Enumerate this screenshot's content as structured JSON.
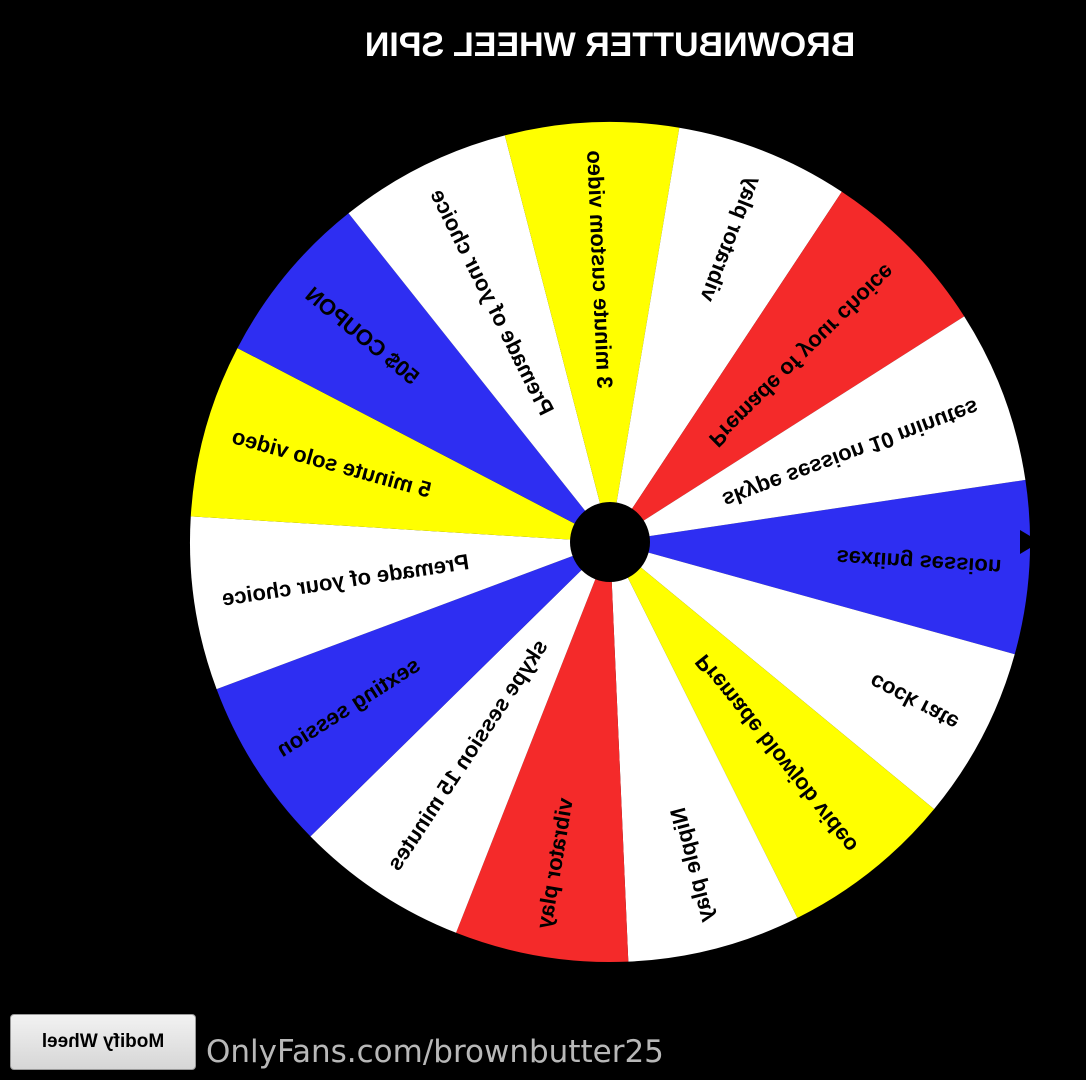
{
  "title": "BROWNBUTTER WHEEL SPIN",
  "modify_button": "Modify Wheel",
  "watermark": "OnlyFans.com/brownbutter25",
  "colors": {
    "yellow": "#ffff00",
    "blue": "#2e2ef2",
    "red": "#f42a2a",
    "white": "#ffffff",
    "hub": "#000000"
  },
  "segments": [
    {
      "label": "sexting session",
      "color": "blue"
    },
    {
      "label": "cock rate",
      "color": "white"
    },
    {
      "label": "Premade blowjob video",
      "color": "yellow"
    },
    {
      "label": "Nipple play",
      "color": "white"
    },
    {
      "label": "vibrator play",
      "color": "red"
    },
    {
      "label": "skype session 15 minutes",
      "color": "white"
    },
    {
      "label": "sexting session",
      "color": "blue"
    },
    {
      "label": "Premade of your choice",
      "color": "white"
    },
    {
      "label": "5 minute solo video",
      "color": "yellow"
    },
    {
      "label": "50$ COUPON",
      "color": "blue"
    },
    {
      "label": "Premade of your choice",
      "color": "white"
    },
    {
      "label": "3 minute custom video",
      "color": "yellow"
    },
    {
      "label": "vibrator play",
      "color": "white"
    },
    {
      "label": "Premade of your choice",
      "color": "red"
    },
    {
      "label": "skype session 10 minutes",
      "color": "white"
    }
  ]
}
